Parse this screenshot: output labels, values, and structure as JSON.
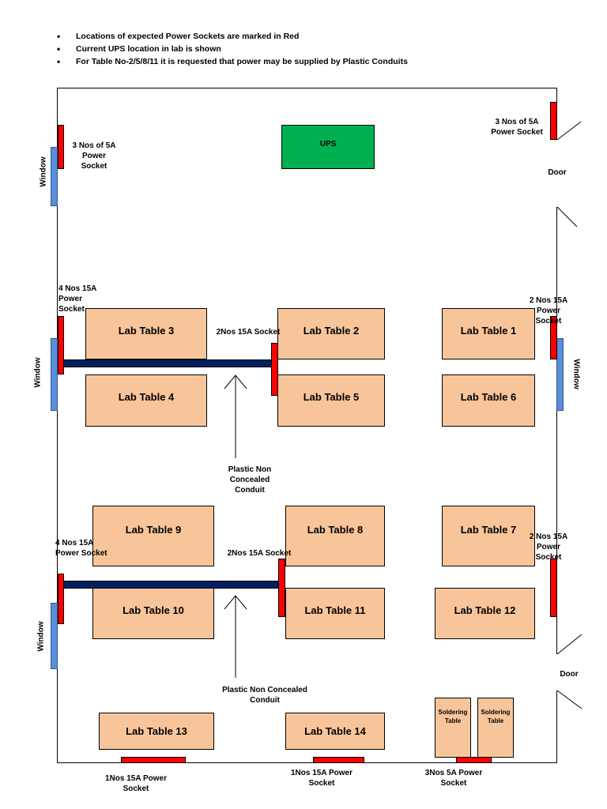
{
  "notes": [
    "Locations of expected Power Sockets are marked in Red",
    "Current UPS location in lab is shown",
    "For Table No-2/5/8/11 it is requested that power may be supplied by Plastic Conduits"
  ],
  "ups": "UPS",
  "tables": {
    "t1": "Lab Table 1",
    "t2": "Lab Table 2",
    "t3": "Lab Table 3",
    "t4": "Lab Table 4",
    "t5": "Lab Table 5",
    "t6": "Lab Table 6",
    "t7": "Lab Table 7",
    "t8": "Lab Table 8",
    "t9": "Lab Table 9",
    "t10": "Lab Table 10",
    "t11": "Lab Table 11",
    "t12": "Lab Table 12",
    "t13": "Lab Table 13",
    "t14": "Lab Table 14",
    "solder1": "Soldering Table",
    "solder2": "Soldering Table"
  },
  "labels": {
    "left_top_socket": "3 Nos of 5A Power Socket",
    "right_top_socket": "3 Nos of 5A Power Socket",
    "door": "Door",
    "window": "Window",
    "left_mid_socket": "4 Nos 15A Power Socket",
    "center_upper_socket": "2Nos 15A Socket",
    "right_upper_socket": "2 Nos 15A Power Socket",
    "conduit_upper": "Plastic Non Concealed Conduit",
    "left_low_socket": "4 Nos 15A Power Socket",
    "center_lower_socket": "2Nos 15A Socket",
    "right_lower_socket": "2 Nos 15A Power Socket",
    "conduit_lower": "Plastic Non Concealed Conduit",
    "bottom_left_socket": "1Nos 15A Power Socket",
    "bottom_mid_socket": "1Nos 15A Power Socket",
    "bottom_right_socket": "3Nos 5A Power Socket"
  },
  "colors": {
    "table": "#f8c59b",
    "ups": "#00b050",
    "socket": "#ff0000",
    "window": "#5b8ed6",
    "conduit": "#002060"
  }
}
